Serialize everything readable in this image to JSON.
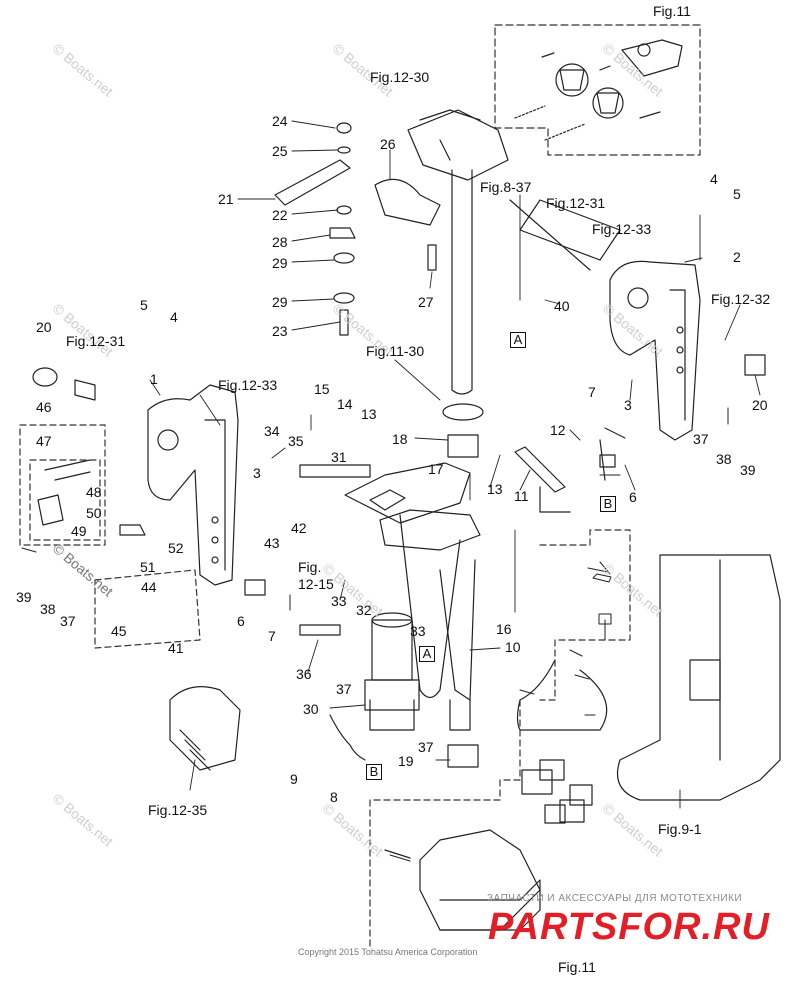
{
  "fig_refs": {
    "fig11_top": "Fig.11",
    "fig12_30": "Fig.12-30",
    "fig8_37": "Fig.8-37",
    "fig12_31_a": "Fig.12-31",
    "fig12_33_a": "Fig.12-33",
    "fig12_32": "Fig.12-32",
    "fig12_31_b": "Fig.12-31",
    "fig11_30": "Fig.11-30",
    "fig12_33_b": "Fig.12-33",
    "fig12_15_a": "Fig.",
    "fig12_15_b": "12-15",
    "fig12_35": "Fig.12-35",
    "fig9_1": "Fig.9-1",
    "fig11_bottom": "Fig.11"
  },
  "part_labels": [
    "1",
    "2",
    "3",
    "3",
    "4",
    "4",
    "5",
    "5",
    "6",
    "6",
    "7",
    "7",
    "8",
    "9",
    "10",
    "11",
    "12",
    "13",
    "13",
    "14",
    "15",
    "16",
    "17",
    "18",
    "19",
    "20",
    "20",
    "21",
    "22",
    "23",
    "24",
    "25",
    "26",
    "27",
    "28",
    "29",
    "29",
    "30",
    "31",
    "32",
    "33",
    "33",
    "34",
    "35",
    "36",
    "37",
    "37",
    "37",
    "37",
    "38",
    "38",
    "39",
    "39",
    "40",
    "41",
    "42",
    "43",
    "44",
    "45",
    "46",
    "47",
    "48",
    "49",
    "50",
    "51",
    "52"
  ],
  "box_labels": [
    "A",
    "B",
    "A",
    "B"
  ],
  "watermark": "© Boats.net",
  "copyright": "Copyright 2015 Tohatsu America Corporation",
  "brand_tagline": "ЗАПЧАСТИ И АКСЕССУАРЫ ДЛЯ МОТОТЕХНИКИ",
  "brand_logo": "PARTSFOR.RU",
  "colors": {
    "line": "#222222",
    "dash": "#333333",
    "brand_red": "#e41e26",
    "watermark": "#cfcfcf"
  }
}
